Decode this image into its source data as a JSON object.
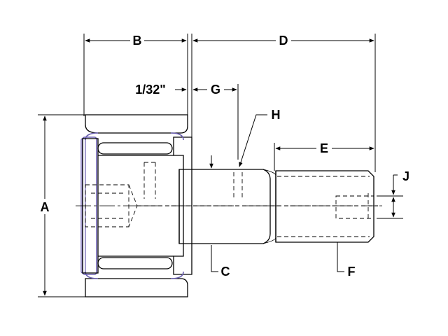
{
  "labels": {
    "A": "A",
    "B": "B",
    "C": "C",
    "D": "D",
    "E": "E",
    "F": "F",
    "G": "G",
    "H": "H",
    "J": "J",
    "gap": "1/32\""
  },
  "colors": {
    "line": "#000000",
    "hatch": "#8a8a8a",
    "seal": "#6a5fb0",
    "background": "#ffffff"
  }
}
